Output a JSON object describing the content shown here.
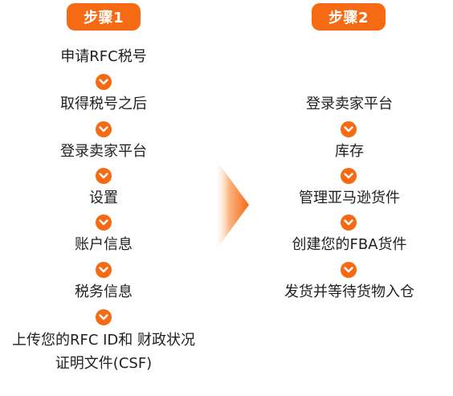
{
  "step1": {
    "label": "步骤1",
    "items": [
      "申请RFC税号",
      "取得税号之后",
      "登录卖家平台",
      "设置",
      "账户信息",
      "税务信息",
      "上传您的RFC ID和 财政状况证明文件(CSF)"
    ]
  },
  "step2": {
    "label": "步骤2",
    "items": [
      "登录卖家平台",
      "库存",
      "管理亚马逊货件",
      "创建您的FBA货件",
      "发货并等待货物入仓"
    ]
  },
  "colors": {
    "accent": "#f56a13",
    "text": "#1f1f1f",
    "background": "#ffffff"
  },
  "icons": {
    "step_connector": "chevron-down-icon",
    "divider": "arrow-right-icon"
  }
}
